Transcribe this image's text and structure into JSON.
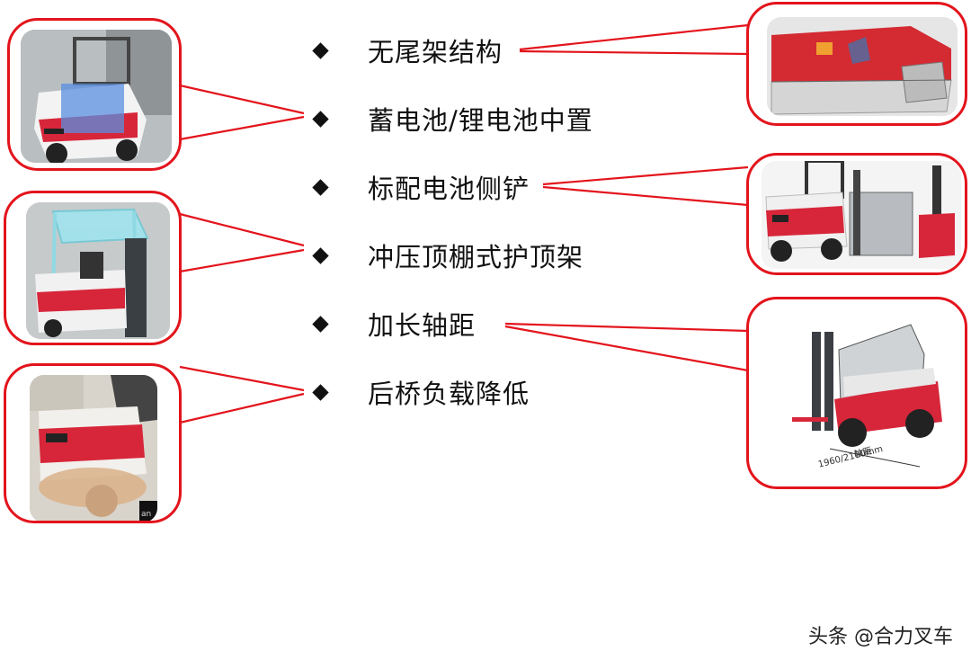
{
  "bullets": [
    "无尾架结构",
    "蓄电池/锂电池中置",
    "标配电池侧铲",
    "冲压顶棚式护顶架",
    "加长轴距",
    "后桥负载降低"
  ],
  "photo_texts": {
    "wheelbase_title": "轴距",
    "wheelbase_value": "1960/2100mm",
    "corner_text": "an"
  },
  "watermark": "头条 @合力叉车",
  "colors": {
    "accent": "#e3141c",
    "bullet": "#111111",
    "forklift_red": "#d7263a"
  }
}
